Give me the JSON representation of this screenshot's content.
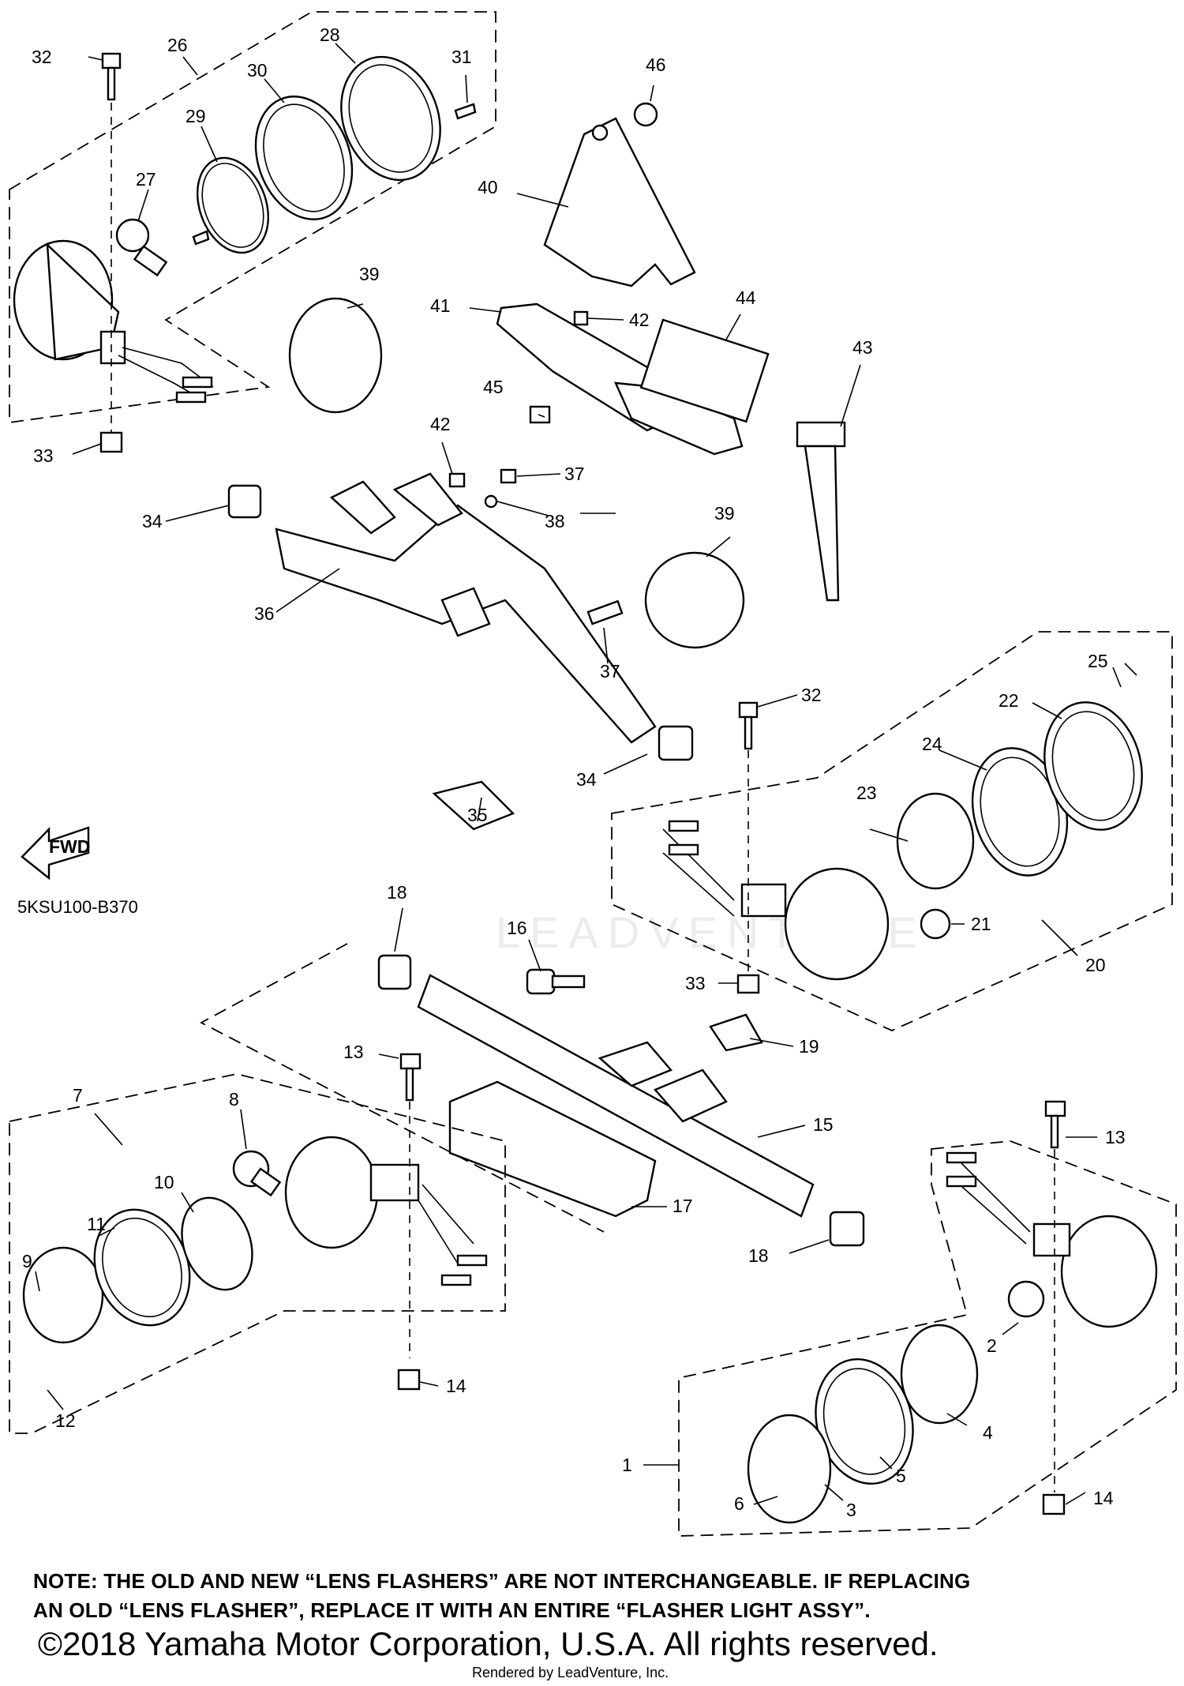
{
  "diagram_code": "5KSU100-B370",
  "fwd_label": "FWD",
  "watermark": "LEADVENTURE",
  "note_line1": "NOTE: THE OLD AND NEW “LENS FLASHERS” ARE NOT INTERCHANGEABLE. IF REPLACING",
  "note_line2": "AN OLD “LENS FLASHER”, REPLACE IT WITH AN ENTIRE “FLASHER LIGHT ASSY”.",
  "copyright": "©2018 Yamaha Motor Corporation, U.S.A. All rights reserved.",
  "rendered_by": "Rendered by LeadVenture, Inc.",
  "callouts": {
    "c1": "1",
    "c2": "2",
    "c3": "3",
    "c4": "4",
    "c5": "5",
    "c6": "6",
    "c7": "7",
    "c8": "8",
    "c9": "9",
    "c10": "10",
    "c11": "11",
    "c12": "12",
    "c13a": "13",
    "c13b": "13",
    "c14a": "14",
    "c14b": "14",
    "c15": "15",
    "c16": "16",
    "c17": "17",
    "c18a": "18",
    "c18b": "18",
    "c19": "19",
    "c20": "20",
    "c21": "21",
    "c22": "22",
    "c23": "23",
    "c24": "24",
    "c25": "25",
    "c26": "26",
    "c27": "27",
    "c28": "28",
    "c29": "29",
    "c30": "30",
    "c31": "31",
    "c32a": "32",
    "c32b": "32",
    "c33a": "33",
    "c33b": "33",
    "c34a": "34",
    "c34b": "34",
    "c35": "35",
    "c36": "36",
    "c37a": "37",
    "c37b": "37",
    "c38": "38",
    "c39a": "39",
    "c39b": "39",
    "c40": "40",
    "c41": "41",
    "c42a": "42",
    "c42b": "42",
    "c43": "43",
    "c44": "44",
    "c45": "45",
    "c46": "46"
  }
}
